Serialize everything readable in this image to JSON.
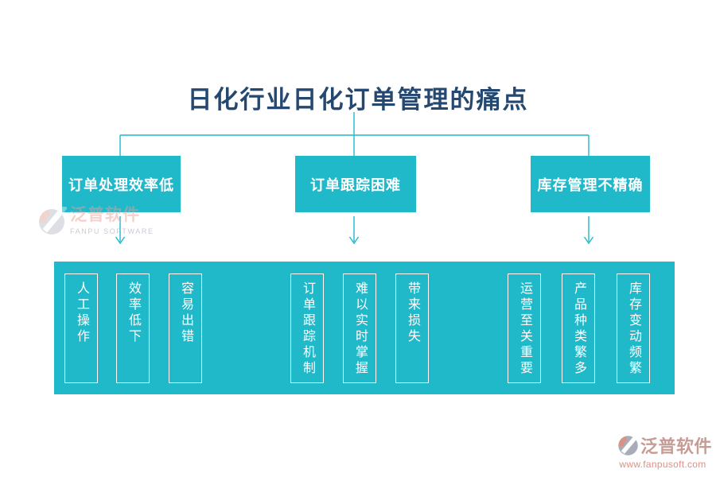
{
  "title": "日化行业日化订单管理的痛点",
  "colors": {
    "teal": "#1FB9CA",
    "title_navy": "#254870",
    "logo_salmon": "#DB9186",
    "logo_gray": "#A9ADB9"
  },
  "branches": [
    {
      "label": "订单处理效率低",
      "items": [
        "人工操作",
        "效率低下",
        "容易出错"
      ]
    },
    {
      "label": "订单跟踪困难",
      "items": [
        "订单跟踪机制",
        "难以实时掌握",
        "带来损失"
      ]
    },
    {
      "label": "库存管理不精确",
      "items": [
        "运营至关重要",
        "产品种类繁多",
        "库存变动频繁"
      ]
    }
  ],
  "watermark": {
    "brand": "泛普软件",
    "brand_en": "FANPU SOFTWARE"
  },
  "footer_logo": {
    "brand": "泛普软件",
    "url": "www.fanpusoft.com"
  }
}
